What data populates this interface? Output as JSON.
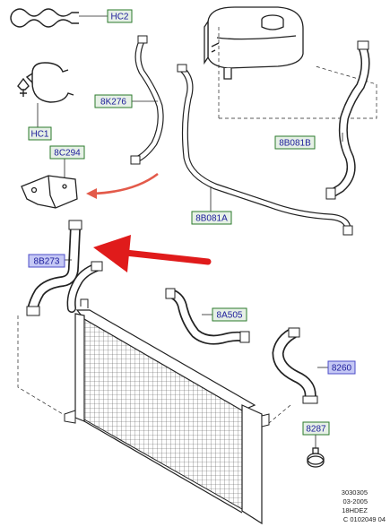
{
  "callouts": {
    "hc2": "HC2",
    "hc1": "HC1",
    "c8c294": "8C294",
    "c8k276": "8K276",
    "c8b081b": "8B081B",
    "c8b081a": "8B081A",
    "c8b273": "8B273",
    "c8a505": "8A505",
    "c8260": "8260",
    "c8287": "8287"
  },
  "stamp": {
    "line1": "3030305",
    "line2": "03-2005",
    "line3": "18HDEZ",
    "line4": "C 0102049 04"
  },
  "colors": {
    "callout_fill_default": "#e6f0e6",
    "callout_border_default": "#2b7a2b",
    "callout_fill_highlight": "#c5c8f5",
    "callout_border_highlight": "#4c4cc8",
    "callout_text": "#1a1a9a",
    "highlight_arrow": "#e01b1b",
    "move_arrow": "#e35a4a",
    "line_art": "#222222"
  }
}
